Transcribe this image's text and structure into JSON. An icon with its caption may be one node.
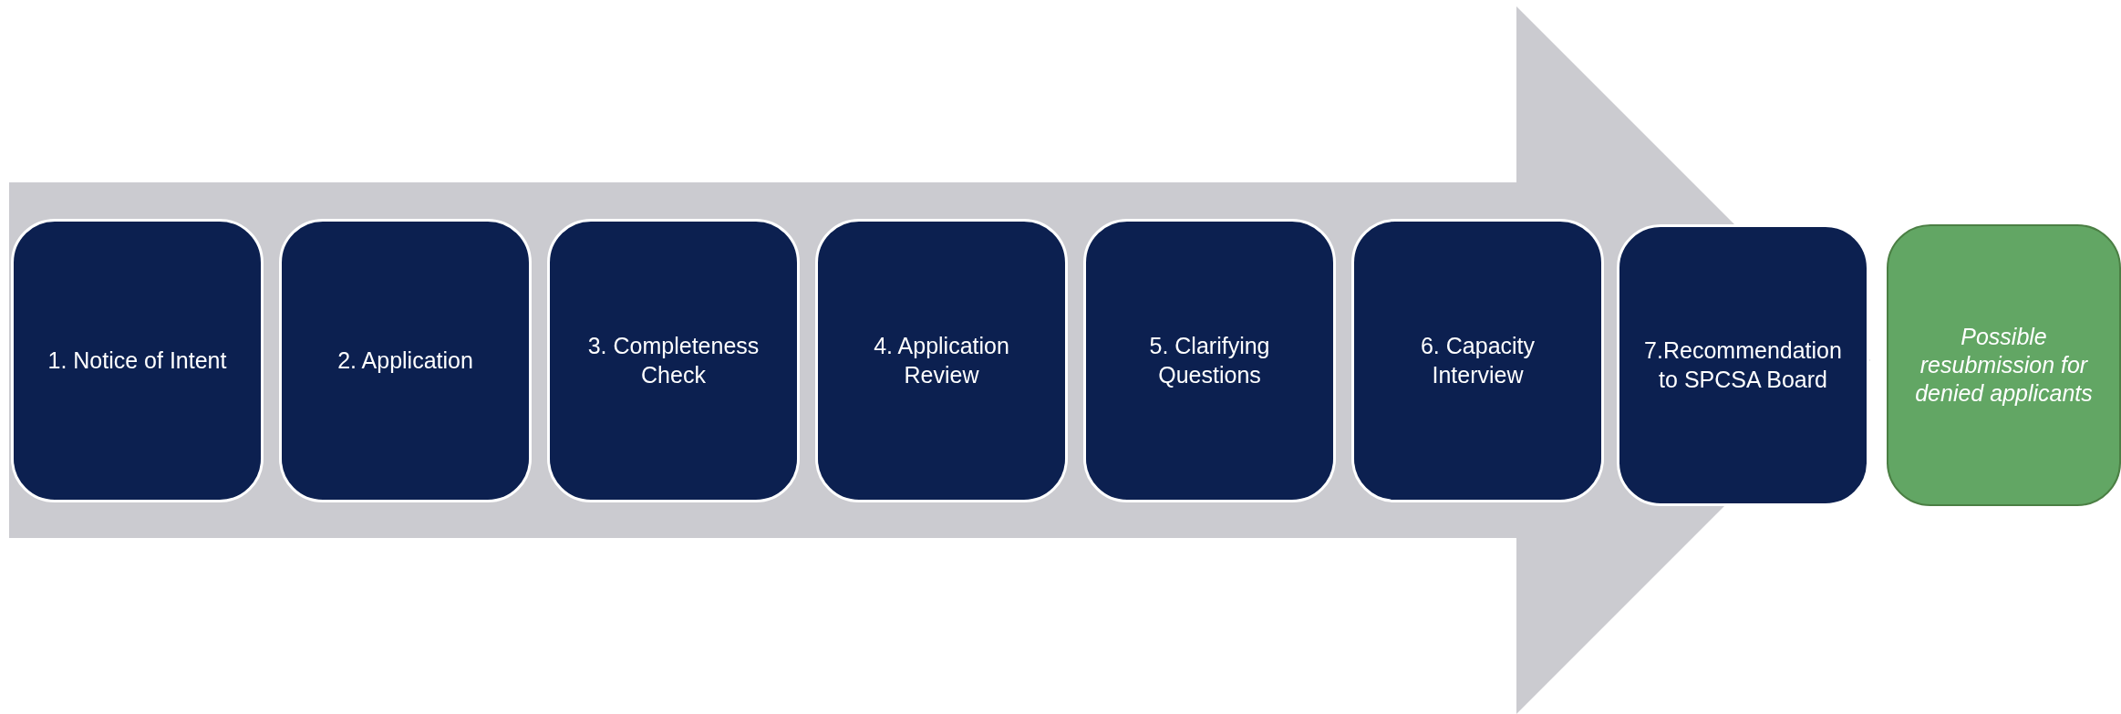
{
  "diagram": {
    "nodes": [
      {
        "text": [
          "1. Notice of Intent"
        ]
      },
      {
        "text": [
          "2. Application"
        ]
      },
      {
        "text": [
          "3. Completeness Check"
        ]
      },
      {
        "text": [
          "4. Application Review"
        ]
      },
      {
        "text": [
          "5. Clarifying Questions"
        ]
      },
      {
        "text": [
          "6. Capacity Interview"
        ]
      },
      {
        "text": [
          "7.Recommendation to SPCSA Board"
        ]
      },
      {
        "text": [
          "Possible resubmission for denied applicants"
        ]
      }
    ],
    "edges": [
      {
        "from": 0,
        "to": 6,
        "arrow": "to",
        "style": "thick"
      }
    ]
  }
}
